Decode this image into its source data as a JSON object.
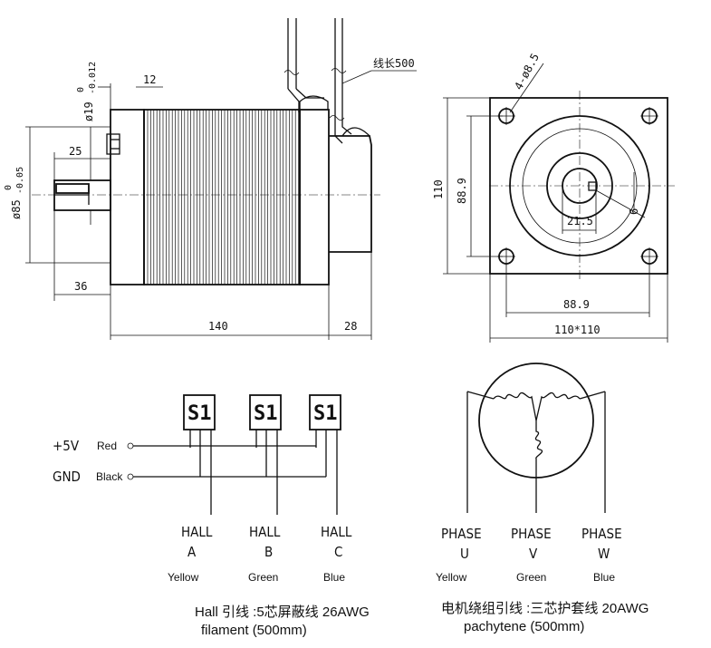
{
  "side_view": {
    "wire_length": "线长500",
    "dim_12": "12",
    "dim_shaft_dia": "ø19",
    "dim_shaft_dia_sup": "0",
    "dim_shaft_dia_sub": "-0.012",
    "dim_25": "25",
    "dim_flange_dia": "ø85",
    "dim_flange_dia_sup": "0",
    "dim_flange_dia_sub": "-0.05",
    "dim_36": "36",
    "dim_140": "140",
    "dim_28": "28"
  },
  "front_view": {
    "dim_holes": "4-ø8.5",
    "dim_110": "110",
    "dim_889_v": "88.9",
    "dim_215": "21.5",
    "dim_6": "6",
    "dim_889_h": "88.9",
    "dim_110x110": "110*110"
  },
  "hall_wiring": {
    "sensor_label": "S1",
    "vcc_label": "+5V",
    "gnd_label": "GND",
    "red_label": "Red",
    "black_label": "Black",
    "hall_word": "HALL",
    "channels": [
      "A",
      "B",
      "C"
    ],
    "colors": [
      "Yellow",
      "Green",
      "Blue"
    ],
    "caption_line1": "Hall  引线 :5芯屏蔽线 26AWG",
    "caption_line2": "filament (500mm)"
  },
  "phase_wiring": {
    "phase_word": "PHASE",
    "phases": [
      "U",
      "V",
      "W"
    ],
    "colors": [
      "Yellow",
      "Green",
      "Blue"
    ],
    "caption_line1": "电机绕组引线 :三芯护套线 20AWG",
    "caption_line2": "pachytene (500mm)"
  }
}
